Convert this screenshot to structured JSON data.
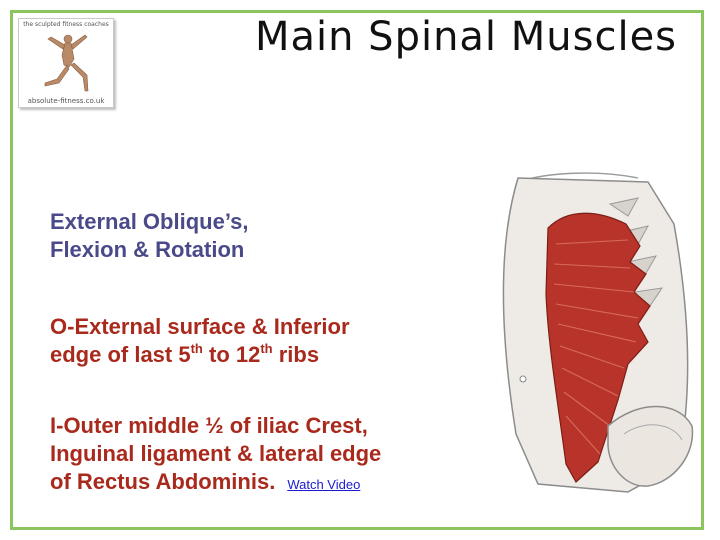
{
  "slide": {
    "title": "Main Spinal Muscles",
    "logo": {
      "top_text": "the sculpted fitness coaches",
      "bottom_text": "absolute-fitness.co.uk"
    },
    "heading_line1": "External Oblique’s,",
    "heading_line2": "Flexion & Rotation",
    "origin": {
      "line1": "O-External surface & Inferior",
      "line2_a": "edge of last 5",
      "sup1": "th",
      "line2_b": " to 12",
      "sup2": "th",
      "line2_c": " ribs"
    },
    "insertion": {
      "line1": "I-Outer middle ½  of iliac Crest,",
      "line2": "Inguinal ligament & lateral edge",
      "line3": "of Rectus Abdominis."
    },
    "video_link": "Watch Video"
  },
  "colors": {
    "frame": "#8cc45e",
    "heading": "#4a4a8a",
    "body_text": "#a92a1c",
    "link": "#1a1ad0",
    "muscle": "#b8342a"
  },
  "icons": {
    "logo_figure": "leaping-athlete-icon",
    "anatomy": "external-oblique-muscle-illustration"
  }
}
